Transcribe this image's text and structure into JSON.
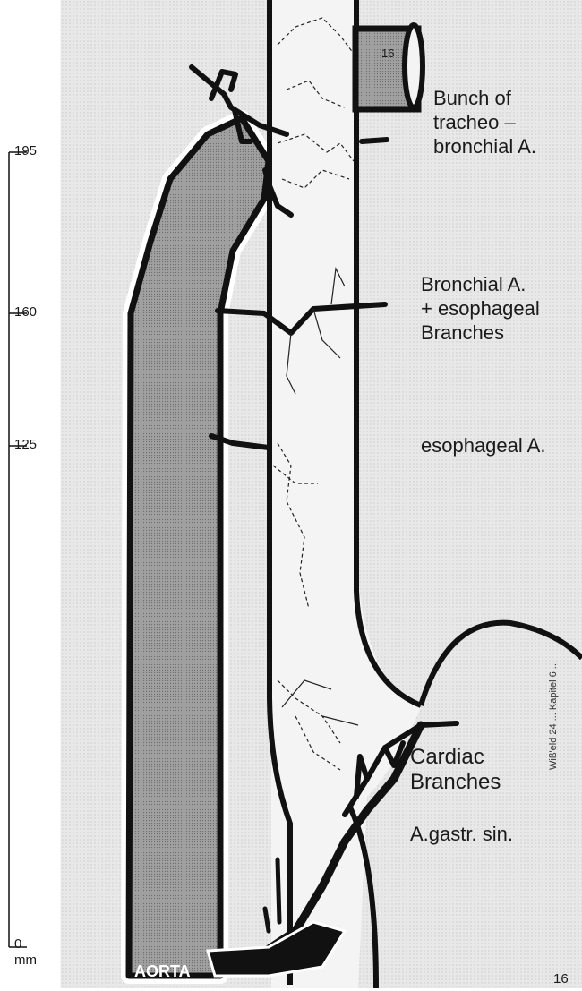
{
  "labels": {
    "tracheo": "Bunch of\ntracheo –\nbronchial A.",
    "bronchial": "Bronchial A.\n+ esophageal\nBranches",
    "esophageal": "esophageal A.",
    "cardiac": "Cardiac\nBranches",
    "gastric": "A.gastr. sin.",
    "aorta": "AORTA",
    "trachea_number": "16",
    "figure_number": "16"
  },
  "scale": {
    "ticks": [
      "195",
      "160",
      "125",
      "0"
    ],
    "unit": "mm"
  },
  "side_text": "Wiß'eld 24 ... Kapitel 6 ...",
  "colors": {
    "background": "#e4e4e4",
    "aorta": "#9a9a9a",
    "esophagus": "#f2f2f2",
    "stroke": "#111111"
  }
}
